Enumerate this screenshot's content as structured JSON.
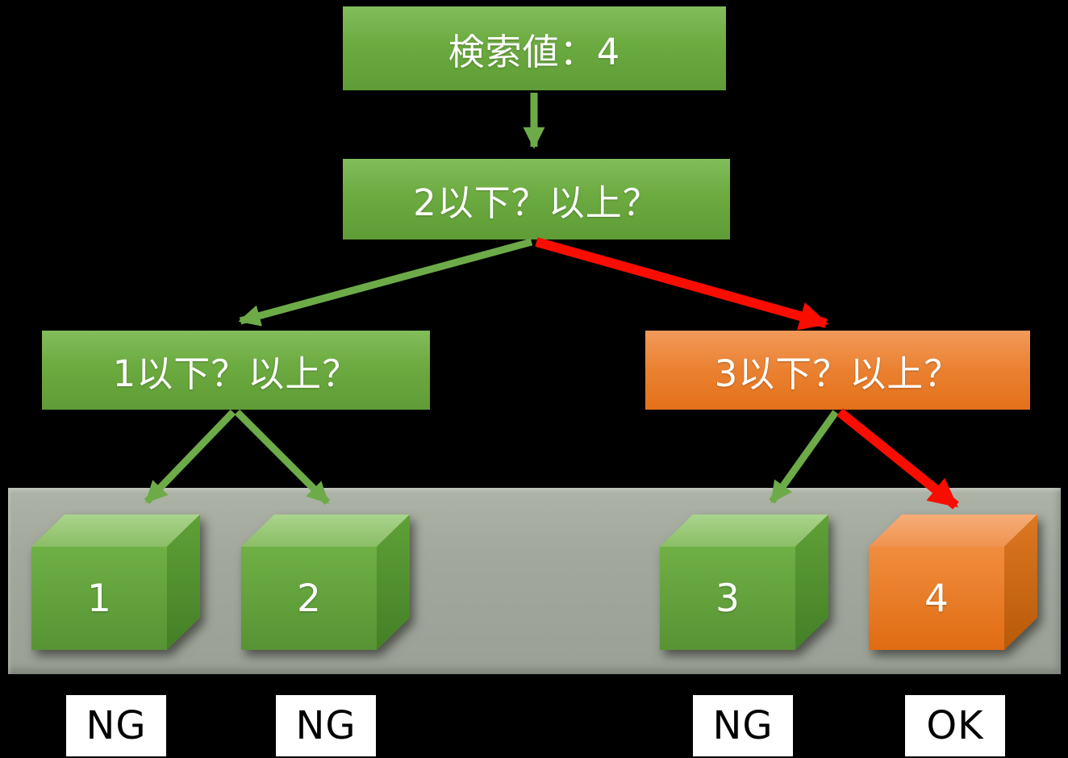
{
  "nodes": {
    "search": {
      "label": "検索値：4"
    },
    "root": {
      "label": "2以下？以上？"
    },
    "left": {
      "label": "1以下？以上？"
    },
    "right": {
      "label": "3以下？以上？"
    }
  },
  "cubes": [
    {
      "value": "1",
      "result": "NG",
      "color": "green"
    },
    {
      "value": "2",
      "result": "NG",
      "color": "green"
    },
    {
      "value": "3",
      "result": "NG",
      "color": "green"
    },
    {
      "value": "4",
      "result": "OK",
      "color": "orange"
    }
  ],
  "colors": {
    "node_green": "#6cab40",
    "node_orange": "#ea8130",
    "arrow_green": "#6dab49",
    "arrow_red": "#f90d00",
    "band_gray": "#a2a89c",
    "result_bg": "#ffffff",
    "result_text": "#000000",
    "background": "#000000"
  }
}
